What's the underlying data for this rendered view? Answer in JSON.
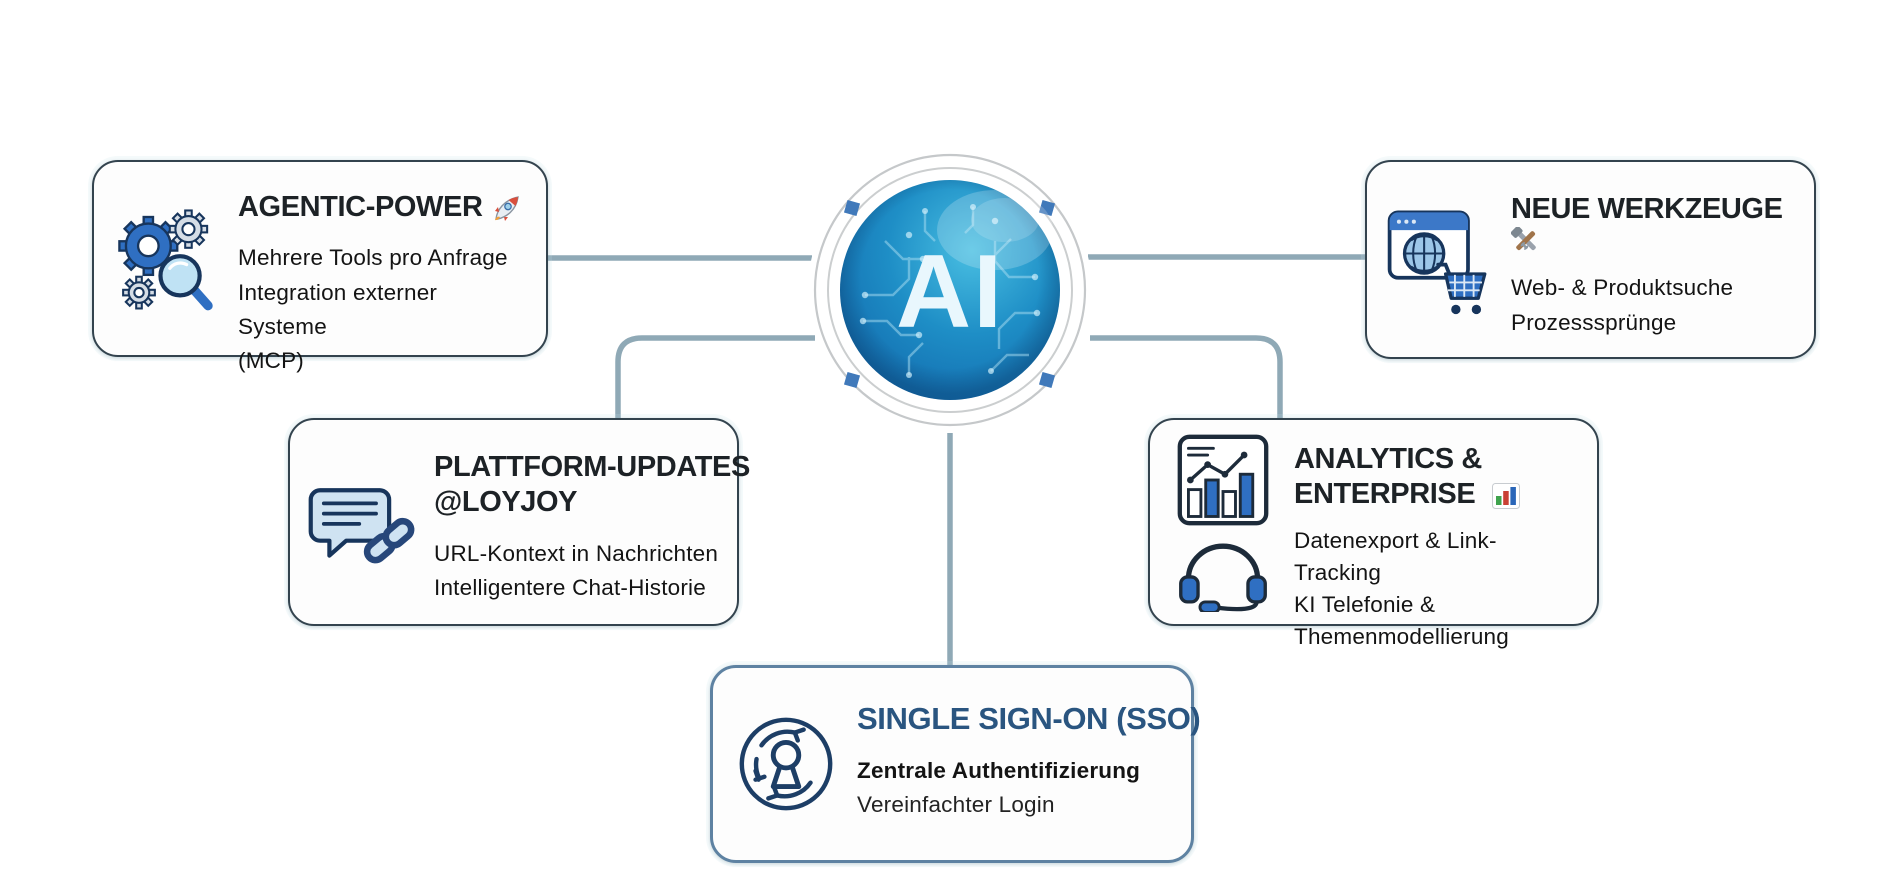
{
  "center": {
    "label": "AI"
  },
  "cards": {
    "agentic": {
      "title": "AGENTIC-POWER",
      "emoji_icon": "rocket-emoji",
      "icon": "gears-magnifier-icon",
      "lines": [
        "Mehrere Tools pro Anfrage",
        "Integration externer Systeme",
        "(MCP)"
      ]
    },
    "werkzeuge": {
      "title": "NEUE WERKZEUGE",
      "emoji_icon": "hammer-wrench-emoji",
      "icon": "browser-cart-icon",
      "lines": [
        "Web- & Produktsuche",
        "Prozesssprünge"
      ]
    },
    "plattform": {
      "title_line1": "PLATTFORM-UPDATES",
      "title_line2": "@LOYJOY",
      "icon": "chat-link-icon",
      "lines": [
        "URL-Kontext in Nachrichten",
        "Intelligentere Chat-Historie"
      ]
    },
    "analytics": {
      "title_line1": "ANALYTICS &",
      "title_line2": "ENTERPRISE",
      "emoji_icon": "bar-chart-emoji",
      "icon": "chart-headset-icon",
      "lines": [
        "Datenexport & Link-Tracking",
        "KI Telefonie &",
        "Themenmodellierung"
      ]
    },
    "sso": {
      "title": "SINGLE SIGN-ON (SSO)",
      "icon": "sso-keyhole-icon",
      "lines": [
        "Zentrale Authentifizierung",
        "Vereinfachter Login"
      ]
    }
  },
  "colors": {
    "connector": "#8fa9b6",
    "card_border": "#33434e",
    "sso_border": "#5e82a2",
    "title_text": "#1d2226",
    "sso_title_text": "#2a5580",
    "body_text": "#141414",
    "circle_blue_light": "#3fb6dd",
    "circle_blue_mid": "#1b86c2",
    "circle_blue_deep": "#0f62a8",
    "ring_gray": "#c5c8ca",
    "ring_node_blue": "#4079ba",
    "icon_navy": "#1d3a5f",
    "icon_blue": "#2f6fc2",
    "icon_light_blue": "#cfe3f2"
  }
}
